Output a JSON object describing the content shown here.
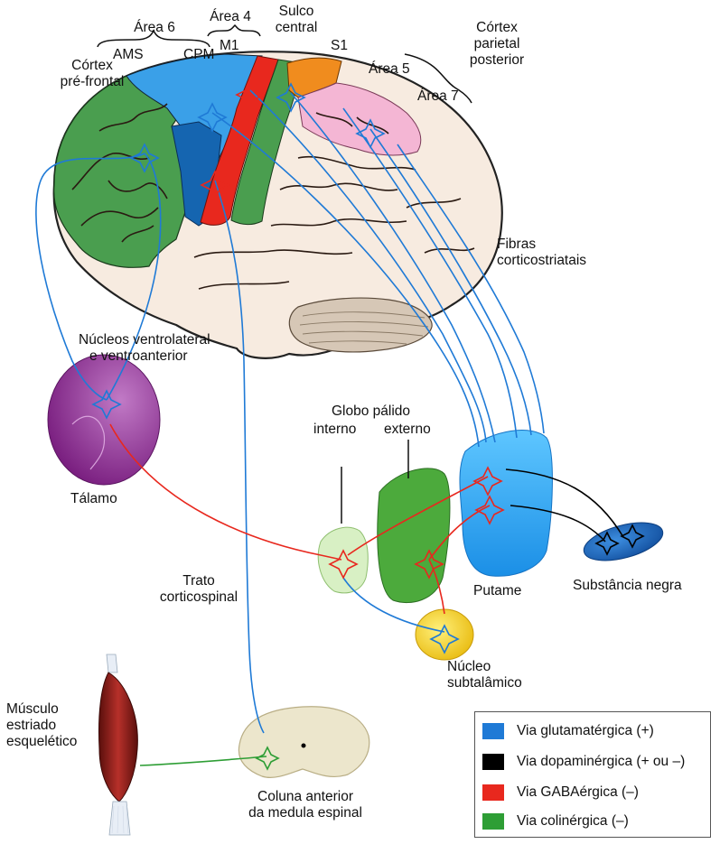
{
  "labels": {
    "area6": "Área 6",
    "area4": "Área 4",
    "sulco": [
      "Sulco",
      "central"
    ],
    "cortex_parietal": [
      "Córtex",
      "parietal",
      "posterior"
    ],
    "cortex_prefrontal": [
      "Córtex",
      "pré-frontal"
    ],
    "ams": "AMS",
    "cpm": "CPM",
    "m1": "M1",
    "s1": "S1",
    "area5": "Área 5",
    "area7": "Área 7",
    "fibras": [
      "Fibras",
      "corticostriatais"
    ],
    "nucleos": [
      "Núcleos ventrolateral",
      "e ventroanterior"
    ],
    "talamo": "Tálamo",
    "globo": "Globo pálido",
    "interno": "interno",
    "externo": "externo",
    "trato": [
      "Trato",
      "corticospinal"
    ],
    "putame": "Putame",
    "substancia": "Substância negra",
    "nucleo_sub": [
      "Núcleo",
      "subtalâmico"
    ],
    "musculo": [
      "Músculo",
      "estriado",
      "esquelético"
    ],
    "coluna": [
      "Coluna anterior",
      "da medula espinal"
    ]
  },
  "legend": [
    {
      "label": "Via glutamatérgica (+)",
      "color": "#1f7ad6"
    },
    {
      "label": "Via dopaminérgica (+ ou –)",
      "color": "#000000"
    },
    {
      "label": "Via GABAérgica (–)",
      "color": "#e8281e"
    },
    {
      "label": "Via colinérgica (–)",
      "color": "#2e9e35"
    }
  ],
  "colors": {
    "prefrontal": "#4a9e4f",
    "ams_cpm": "#3aa0e8",
    "cpm_dark": "#1565b0",
    "m1": "#e8281e",
    "s1": "#f08c1e",
    "parietal": "#f4b6d4",
    "postcentral": "#4a9e4f",
    "brain_base": "#f7ebe0",
    "cerebellum": "#d6c7b6",
    "talamo": "#8e2a93",
    "globo_interno": "#d8f0c4",
    "globo_externo": "#4caa3c",
    "putame": "#2aa0f0",
    "substancia": "#1e6cc8",
    "subtalamico": "#f5d22a",
    "medula": "#ece6cc",
    "musculo": "#8a1e1a"
  }
}
